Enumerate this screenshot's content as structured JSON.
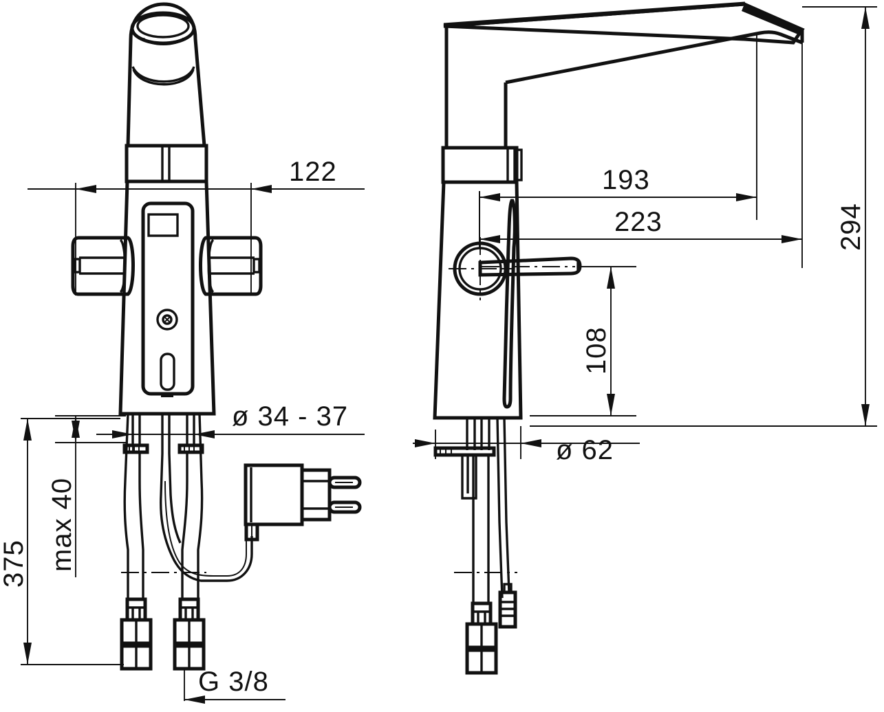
{
  "drawing": {
    "type": "technical-dimension-drawing",
    "subject": "Electronic sensor washbasin mixer faucet",
    "views": [
      {
        "name": "front-view",
        "position": "left"
      },
      {
        "name": "side-view",
        "position": "right"
      }
    ],
    "units": "mm",
    "line_color": "#111111",
    "background_color": "#ffffff"
  },
  "dimensions": {
    "front": {
      "width_122": "122",
      "mounting_hole_dia": "ø 34 - 37",
      "total_length_375": "375",
      "counter_thickness": "max 40",
      "thread": "G 3/8"
    },
    "side": {
      "spout_reach_193": "193",
      "spout_reach_223": "223",
      "total_height_294": "294",
      "lever_height_108": "108",
      "base_dia": "ø 62"
    }
  },
  "labels": [
    {
      "name": "dim-122",
      "text": "122",
      "orientation": "horizontal"
    },
    {
      "name": "dim-dia-34-37",
      "text": "ø 34 - 37",
      "orientation": "horizontal"
    },
    {
      "name": "dim-375",
      "text": "375",
      "orientation": "vertical"
    },
    {
      "name": "dim-max-40",
      "text": "max 40",
      "orientation": "vertical"
    },
    {
      "name": "dim-g-38",
      "text": "G 3/8",
      "orientation": "horizontal"
    },
    {
      "name": "dim-193",
      "text": "193",
      "orientation": "horizontal"
    },
    {
      "name": "dim-223",
      "text": "223",
      "orientation": "horizontal"
    },
    {
      "name": "dim-294",
      "text": "294",
      "orientation": "vertical"
    },
    {
      "name": "dim-108",
      "text": "108",
      "orientation": "vertical"
    },
    {
      "name": "dim-dia-62",
      "text": "ø 62",
      "orientation": "horizontal"
    }
  ],
  "components": {
    "front": [
      "spout-head",
      "spout-outlet",
      "spout-collar",
      "body-front",
      "sensor-window",
      "display-panel",
      "left-lever-handle",
      "right-lever-handle",
      "screw-detail",
      "indicator-slot",
      "mounting-plate",
      "supply-hose-left",
      "supply-hose-right",
      "power-cable",
      "power-adapter-plug",
      "hose-nut-left",
      "hose-nut-right"
    ],
    "side": [
      "spout-side",
      "spout-tip-chamfer",
      "body-side",
      "collar-side",
      "pivot-boss",
      "lever-handle-side",
      "sensor-strip",
      "mounting-plate-side",
      "supply-hose-side",
      "power-connector-side",
      "hose-nut-side"
    ]
  }
}
